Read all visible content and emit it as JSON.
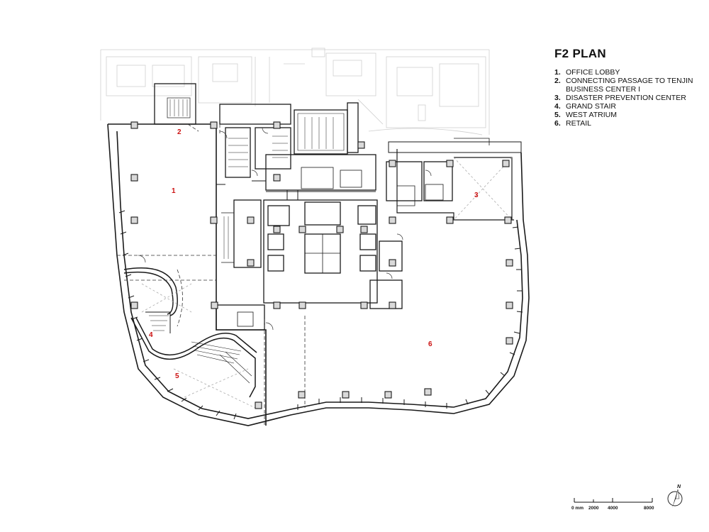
{
  "title": "F2 PLAN",
  "legend": [
    {
      "num": "1.",
      "text": "OFFICE LOBBY"
    },
    {
      "num": "2.",
      "text": "CONNECTING PASSAGE TO TENJIN BUSINESS CENTER I"
    },
    {
      "num": "3.",
      "text": "DISASTER PREVENTION CENTER"
    },
    {
      "num": "4.",
      "text": "GRAND STAIR"
    },
    {
      "num": "5.",
      "text": "WEST ATRIUM"
    },
    {
      "num": "6.",
      "text": "RETAIL"
    }
  ],
  "room_labels": {
    "r1": "1",
    "r2": "2",
    "r3": "3",
    "r4": "4",
    "r5": "5",
    "r6": "6"
  },
  "scale_bar": {
    "zero": "0 mm",
    "t1": "2000",
    "t2": "4000",
    "t3": "8000"
  },
  "north": "N",
  "colors": {
    "wall": "#1a1a1a",
    "ghost": "#c8c8c8",
    "label": "#cc1111"
  }
}
